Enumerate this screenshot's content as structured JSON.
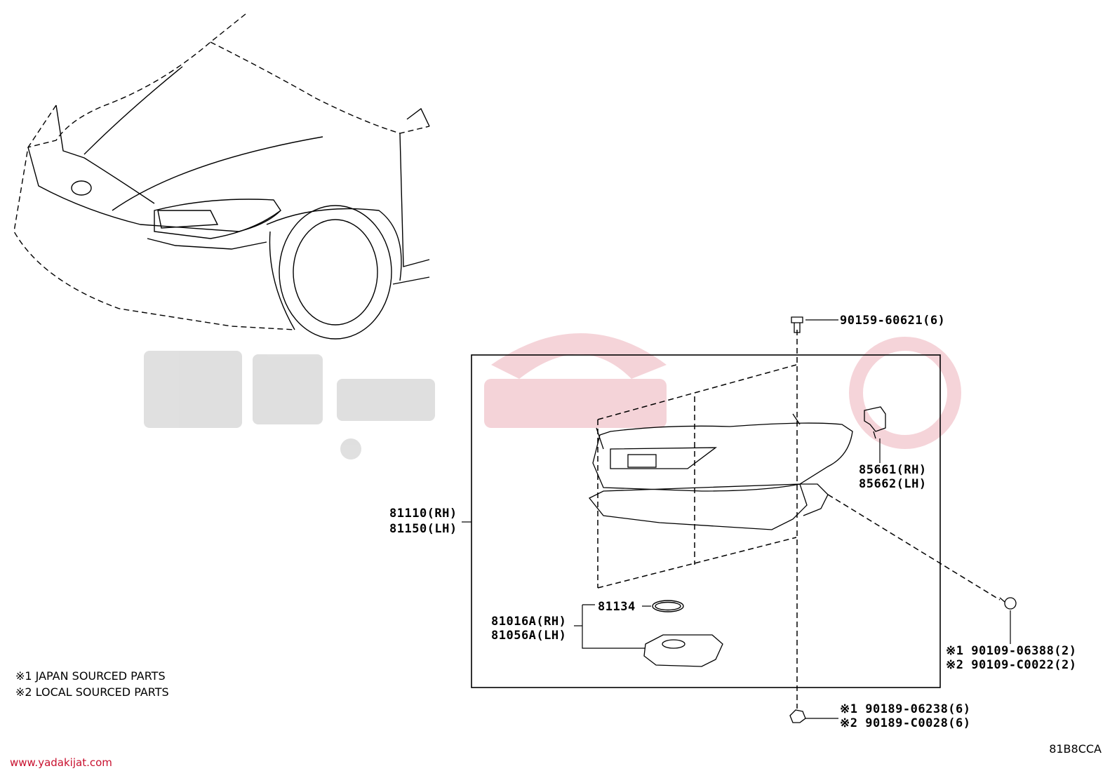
{
  "labels": {
    "bolt_top": "90159-60621(6)",
    "headlamp_rh": "81110(RH)",
    "headlamp_lh": "81150(LH)",
    "leveling_rh": "85661(RH)",
    "leveling_lh": "85662(LH)",
    "ring": "81134",
    "module_rh": "81016A(RH)",
    "module_lh": "81056A(LH)",
    "screw_1": "※1 90109-06388(2)",
    "screw_2": "※2 90109-C0022(2)",
    "nut_1": "※1 90189-06238(6)",
    "nut_2": "※2 90189-C0028(6)"
  },
  "notes": {
    "japan": "※1 JAPAN SOURCED PARTS",
    "local": "※2 LOCAL SOURCED PARTS"
  },
  "diagram_code": "81B8CCA",
  "watermark": {
    "url": "www.yadakijat.com",
    "color": "#c8102e"
  }
}
